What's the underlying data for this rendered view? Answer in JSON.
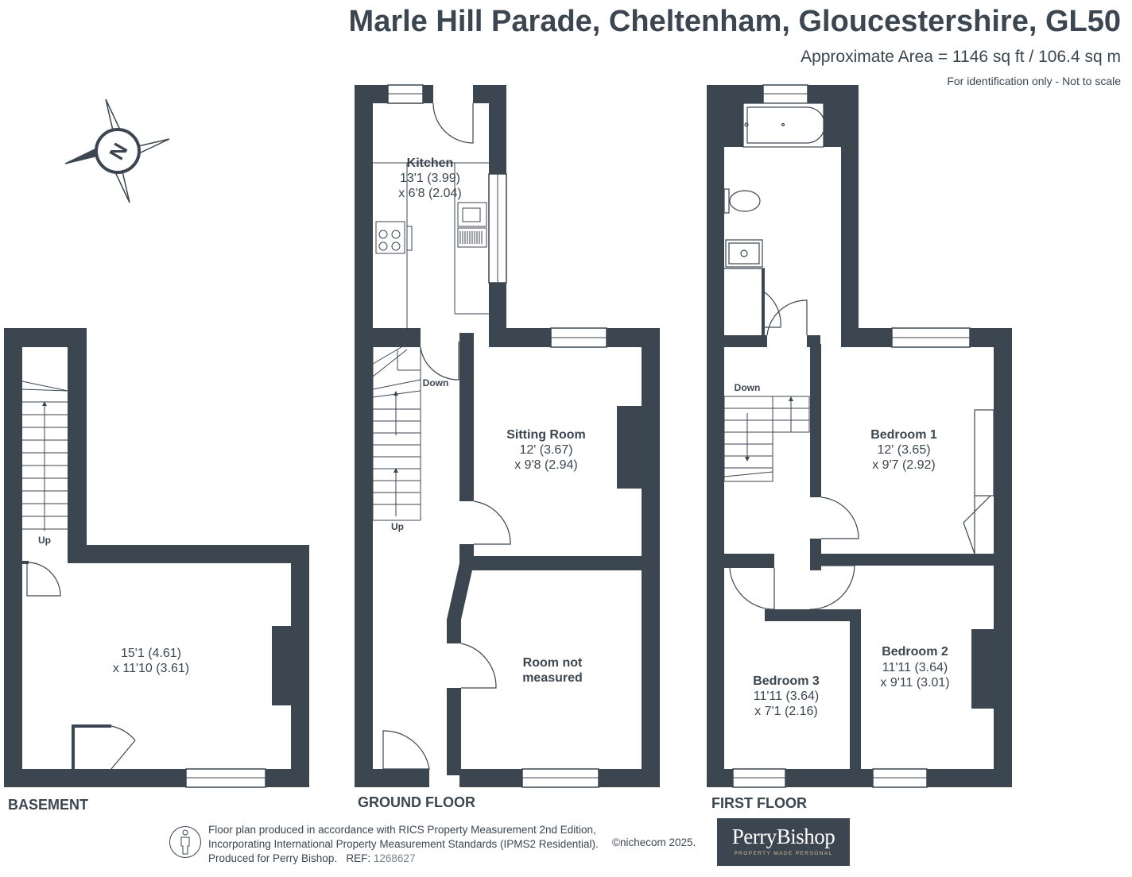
{
  "header": {
    "title": "Marle Hill Parade, Cheltenham, Gloucestershire, GL50",
    "area": "Approximate Area = 1146 sq ft / 106.4 sq m",
    "disclaimer": "For identification only - Not to scale"
  },
  "compass": {
    "letter": "N"
  },
  "floors": {
    "basement": {
      "label": "BASEMENT",
      "room": {
        "dim1": "15'1 (4.61)",
        "dim2": "x 11'10 (3.61)"
      },
      "stairs_label": "Up"
    },
    "ground": {
      "label": "GROUND FLOOR",
      "kitchen": {
        "name": "Kitchen",
        "dim1": "13'1 (3.99)",
        "dim2": "x 6'8 (2.04)"
      },
      "sitting_room": {
        "name": "Sitting Room",
        "dim1": "12' (3.67)",
        "dim2": "x 9'8 (2.94)"
      },
      "room_not_measured": {
        "line1": "Room not",
        "line2": "measured"
      },
      "stairs_down": "Down",
      "stairs_up": "Up"
    },
    "first": {
      "label": "FIRST FLOOR",
      "bedroom1": {
        "name": "Bedroom 1",
        "dim1": "12' (3.65)",
        "dim2": "x 9'7 (2.92)"
      },
      "bedroom2": {
        "name": "Bedroom 2",
        "dim1": "11'11 (3.64)",
        "dim2": "x 9'11 (3.01)"
      },
      "bedroom3": {
        "name": "Bedroom 3",
        "dim1": "11'11 (3.64)",
        "dim2": "x 7'1 (2.16)"
      },
      "stairs_down": "Down"
    }
  },
  "footer": {
    "line1": "Floor plan produced in accordance with RICS Property Measurement 2nd Edition,",
    "line2": "Incorporating International Property Measurement Standards (IPMS2 Residential).",
    "line3": "Produced for Perry Bishop.",
    "ref_label": "REF:",
    "ref_value": "1268627",
    "copyright": "©nichecom 2025."
  },
  "logo": {
    "name": "PerryBishop",
    "tagline": "PROPERTY MADE PERSONAL"
  },
  "colors": {
    "wall": "#3c4650",
    "text": "#3b4650",
    "logo_bg": "#3c4650",
    "logo_tag": "#d8b98a"
  }
}
